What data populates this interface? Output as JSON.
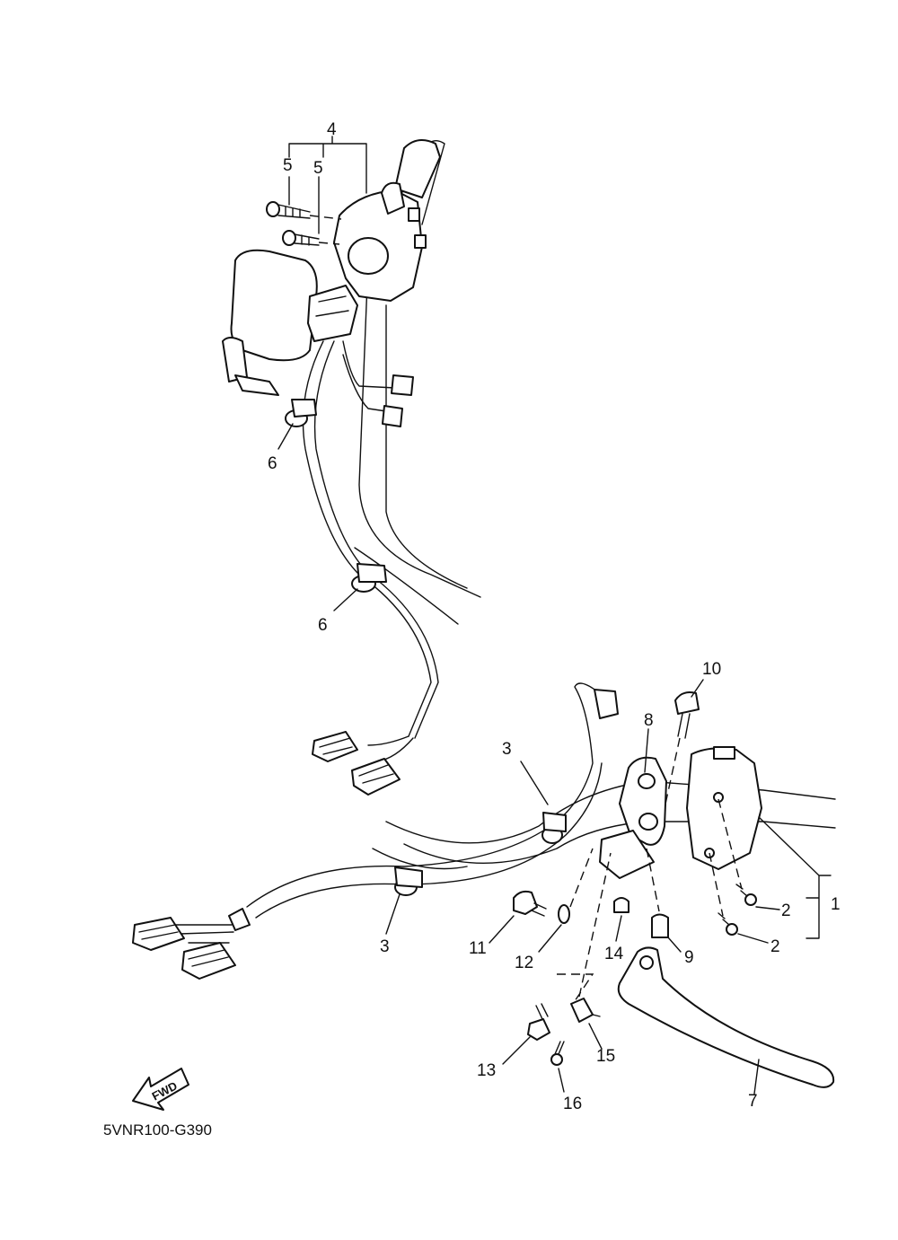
{
  "diagram_code": "5VNR100-G390",
  "fwd_label": "FWD",
  "callouts": {
    "c1": "1",
    "c2a": "2",
    "c2b": "2",
    "c3a": "3",
    "c3b": "3",
    "c4": "4",
    "c5a": "5",
    "c5b": "5",
    "c6a": "6",
    "c6b": "6",
    "c7": "7",
    "c8": "8",
    "c9": "9",
    "c10": "10",
    "c11": "11",
    "c12": "12",
    "c13": "13",
    "c14": "14",
    "c15": "15",
    "c16": "16"
  }
}
